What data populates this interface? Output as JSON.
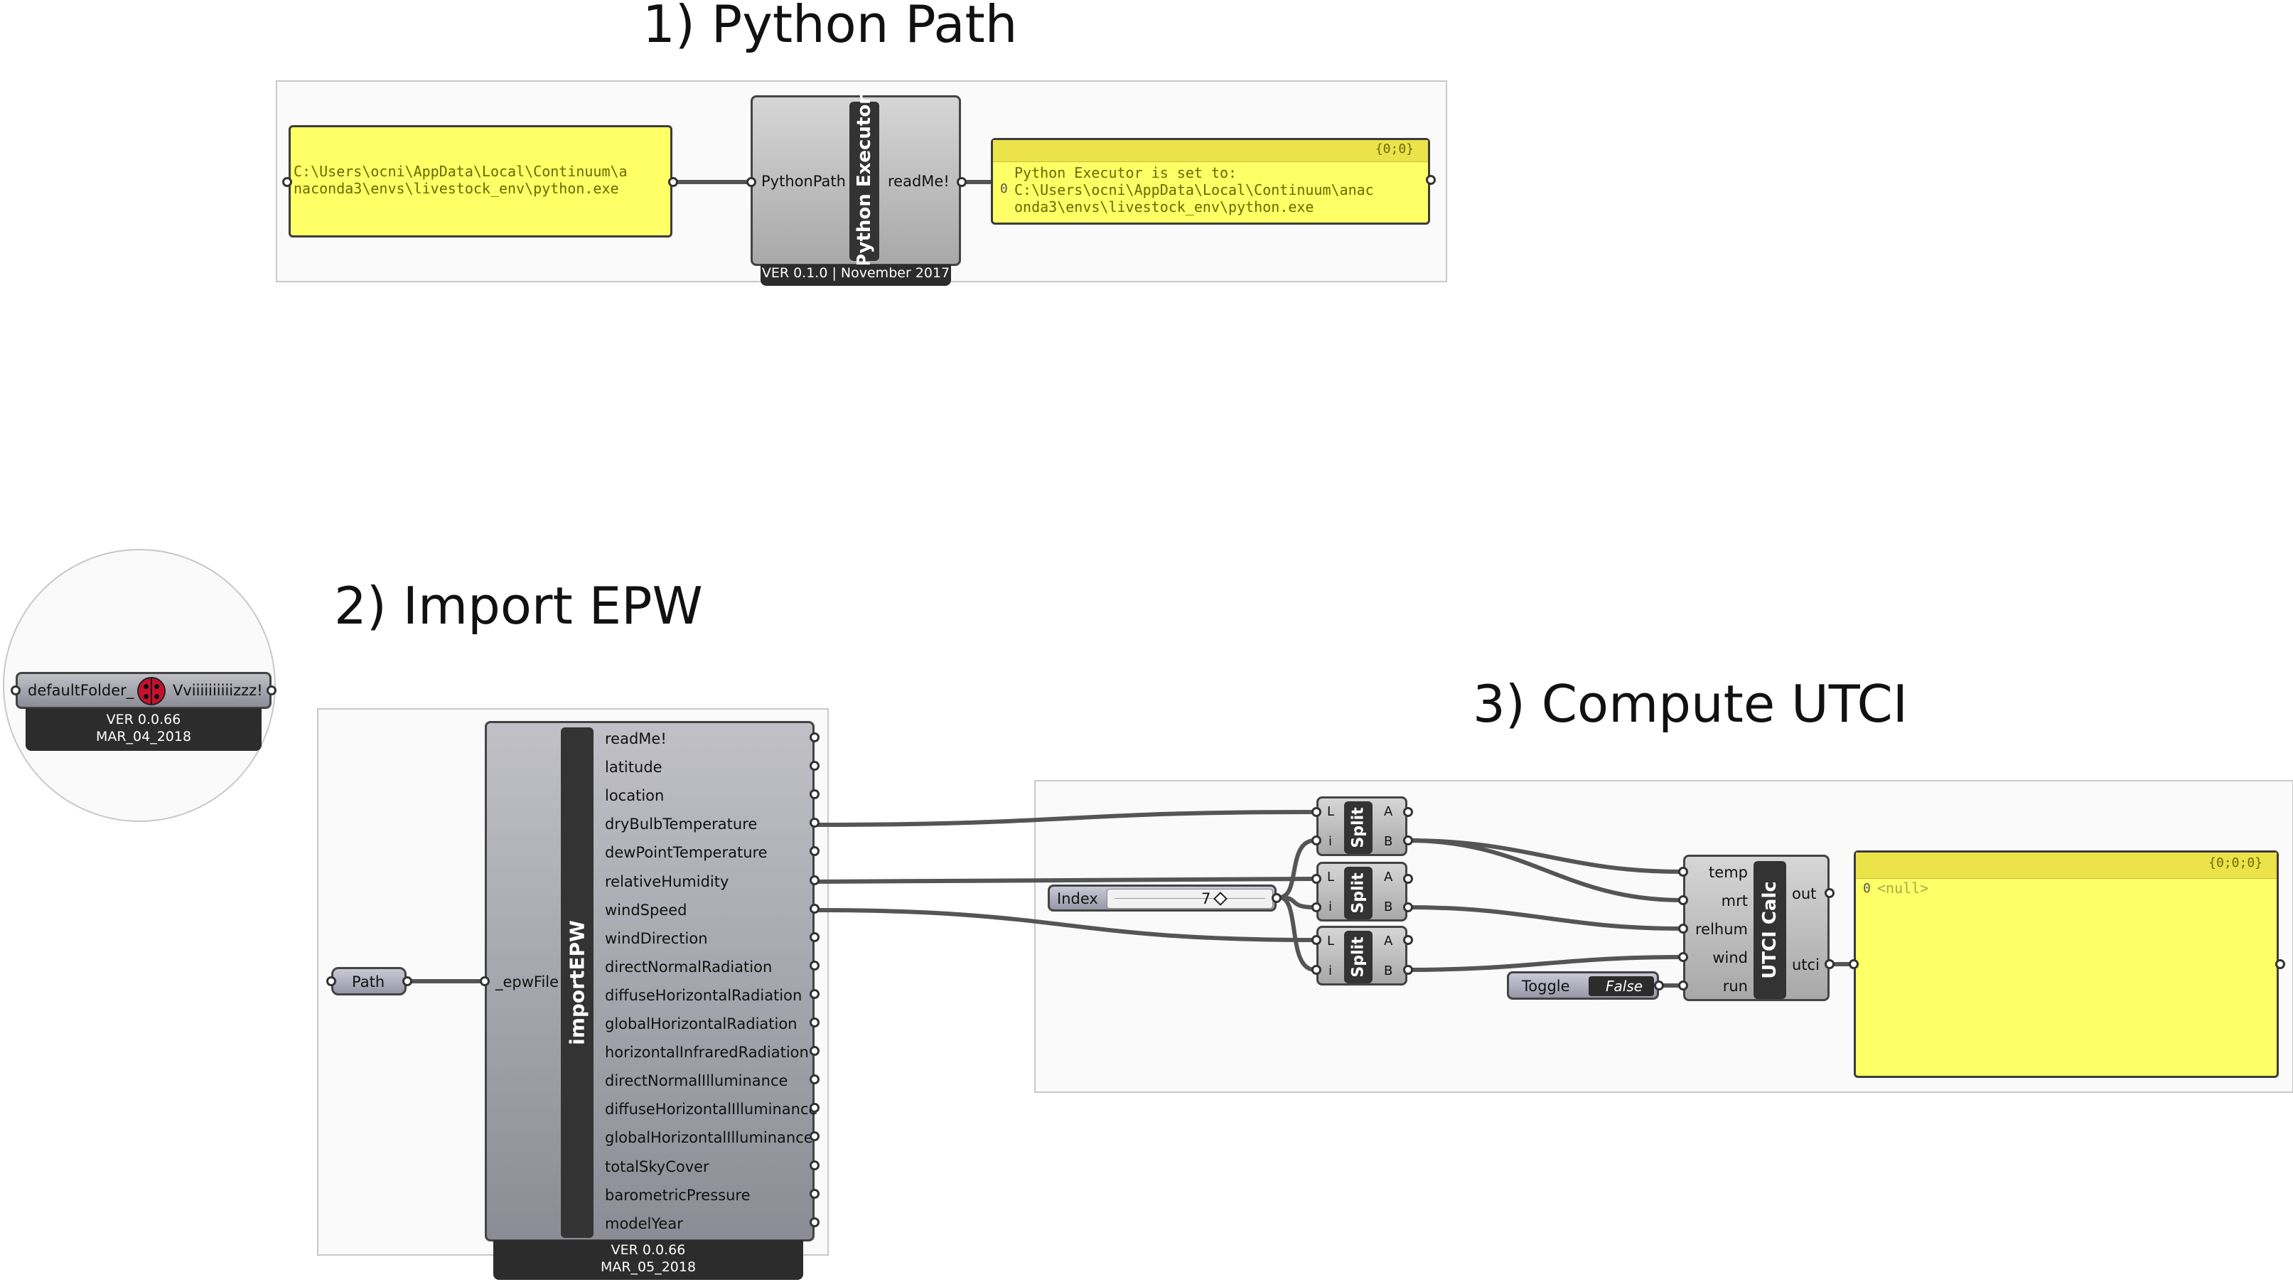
{
  "sections": {
    "python_path_title": "1) Python Path",
    "import_epw_title": "2) Import EPW",
    "compute_utci_title": "3) Compute UTCI"
  },
  "python_path_panel": {
    "text": "C:\\Users\\ocni\\AppData\\Local\\Continuum\\a\nnaconda3\\envs\\livestock_env\\python.exe"
  },
  "python_executor": {
    "name": "Python Executor",
    "input": "PythonPath",
    "output": "readMe!",
    "version": "VER 0.1.0 | November 2017"
  },
  "readme_panel": {
    "path": "{0;0}",
    "index": "0",
    "text": "Python Executor is set to:\nC:\\Users\\ocni\\AppData\\Local\\Continuum\\anac\nonda3\\envs\\livestock_env\\python.exe"
  },
  "default_folder": {
    "input": "defaultFolder_",
    "output": "Vviiiiiiiiiizzz!",
    "version": "VER 0.0.66",
    "date": "MAR_04_2018"
  },
  "path_param": {
    "label": "Path"
  },
  "import_epw": {
    "name": "importEPW",
    "input": "_epwFile",
    "outputs": [
      "readMe!",
      "latitude",
      "location",
      "dryBulbTemperature",
      "dewPointTemperature",
      "relativeHumidity",
      "windSpeed",
      "windDirection",
      "directNormalRadiation",
      "diffuseHorizontalRadiation",
      "globalHorizontalRadiation",
      "horizontalInfraredRadiation",
      "directNormalIlluminance",
      "diffuseHorizontalIlluminance",
      "globalHorizontalIlluminance",
      "totalSkyCover",
      "barometricPressure",
      "modelYear"
    ],
    "version": "VER 0.0.66",
    "date": "MAR_05_2018"
  },
  "splits": [
    {
      "name": "Split",
      "inputs": [
        "L",
        "i"
      ],
      "outputs": [
        "A",
        "B"
      ]
    },
    {
      "name": "Split",
      "inputs": [
        "L",
        "i"
      ],
      "outputs": [
        "A",
        "B"
      ]
    },
    {
      "name": "Split",
      "inputs": [
        "L",
        "i"
      ],
      "outputs": [
        "A",
        "B"
      ]
    }
  ],
  "index_slider": {
    "label": "Index",
    "value": "7"
  },
  "toggle": {
    "label": "Toggle",
    "value": "False"
  },
  "utci_calc": {
    "name": "UTCI Calc",
    "inputs": [
      "temp",
      "mrt",
      "relhum",
      "wind",
      "run"
    ],
    "outputs": [
      "out",
      "utci"
    ]
  },
  "utci_panel": {
    "path": "{0;0;0}",
    "index": "0",
    "text": "<null>"
  }
}
